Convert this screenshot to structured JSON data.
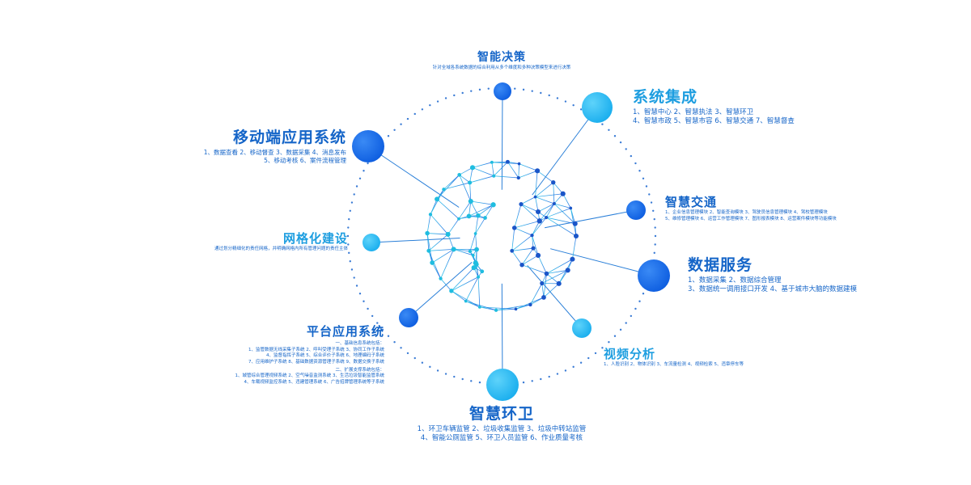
{
  "nodes": {
    "decision": {
      "title": "智能决策",
      "desc": [
        "针对全域各系统数据的综合利用从多个维度和多种决策模型来进行决策"
      ],
      "color": "#1a6fe0"
    },
    "integration": {
      "title": "系统集成",
      "desc": [
        "1、智慧中心 2、智慧执法 3、智慧环卫",
        "4、智慧市政 5、智慧市容 6、智慧交通 7、智慧督查"
      ],
      "color": "#2bb5ee"
    },
    "mobile": {
      "title": "移动端应用系统",
      "desc": [
        "1、数据查看 2、移动督查 3、数据采集 4、消息发布",
        "5、移动考核 6、案件流程管理"
      ],
      "color": "#1a6fe0"
    },
    "traffic": {
      "title": "智慧交通",
      "desc": [
        "1、企业信息管理模块 2、智能查询模块 3、驾驶员信息管理模块 4、驾校管理模块",
        "5、维修管理模块 6、运营工作管理模块 7、图形报表模块 8、运营案件模块等功能模块"
      ],
      "color": "#1a6fe0"
    },
    "grid": {
      "title": "网格化建设",
      "desc": [
        "通过划分精细化的责任网格，并明确网格内所有管理问题的责任主体"
      ],
      "color": "#2bb5ee"
    },
    "data_service": {
      "title": "数据服务",
      "desc": [
        "1、数据采集 2、数据综合管理",
        "3、数据统一调用接口开发 4、基于城市大脑的数据建模"
      ],
      "color": "#1a6fe0"
    },
    "platform": {
      "title": "平台应用系统",
      "desc": [
        "一、基础信息系统包括：",
        "1、监管数据无线采集子系统 2、呼叫受理子系统 3、协同工作子系统",
        "4、监督指挥子系统 5、综合评价子系统 6、地理编码子系统",
        "7、应用维护子系统 8、基础数据资源管理子系统 9、数据交换子系统",
        "二、扩展支撑系统包括：",
        "1、城管综合管理视频系统 2、空气噪音监测系统 3、生活垃圾智能监管系统",
        "4、车载视频监控系统 5、违建管理系统 6、广告招牌管理系统等子系统"
      ],
      "color": "#1a6fe0"
    },
    "video": {
      "title": "视频分析",
      "desc": [
        "1、人脸识别 2、物体识别 3、车流量检测 4、视频检索 5、违章停车等"
      ],
      "color": "#2bb5ee"
    },
    "sanitation": {
      "title": "智慧环卫",
      "desc": [
        "1、环卫车辆监管 2、垃圾收集监管 3、垃圾中转站监管",
        "4、智能公厕监管 5、环卫人员监管 6、作业质量考核"
      ],
      "color": "#2bb5ee"
    }
  },
  "colors": {
    "primary": "#1565c8",
    "accent_cyan": "#2bb5ee",
    "accent_blue": "#1a6fe0",
    "dots": "#3a7bd5"
  }
}
